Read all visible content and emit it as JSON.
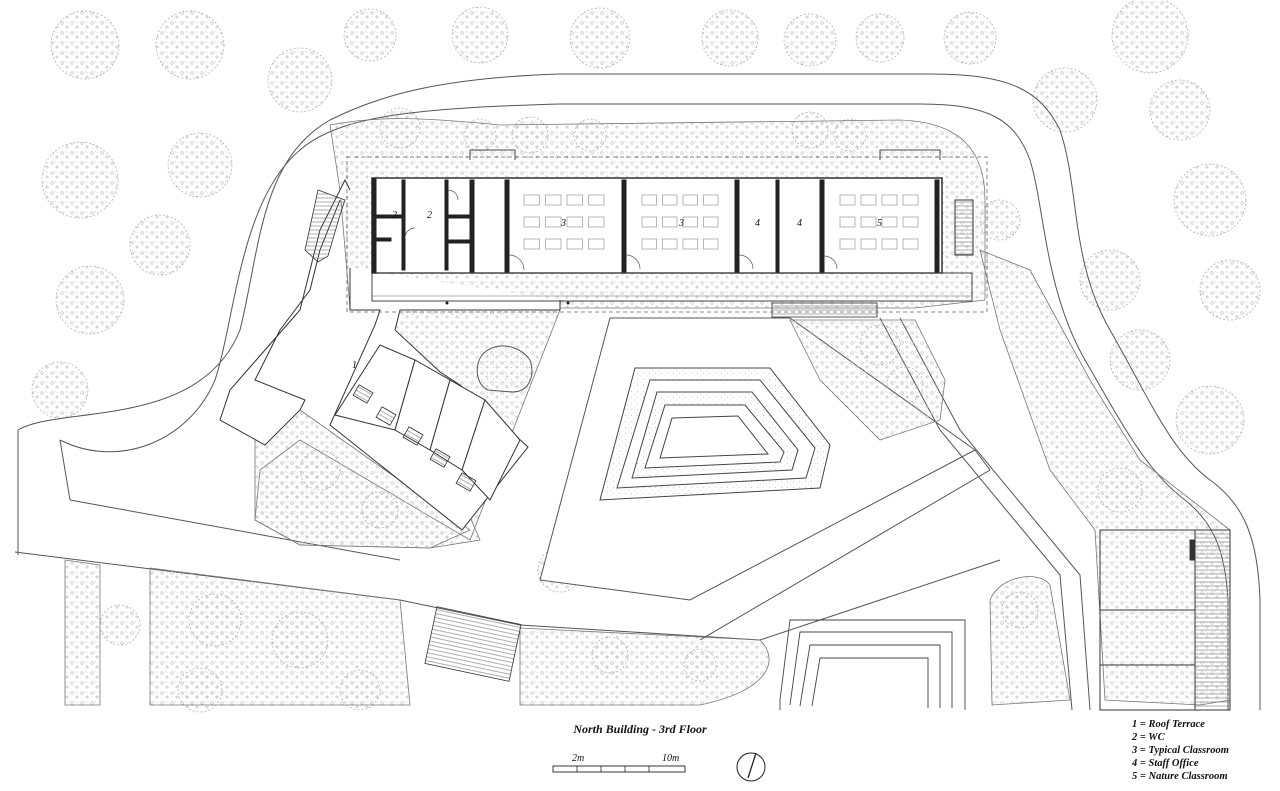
{
  "title": "North Building - 3rd Floor",
  "scale": {
    "label_small": "2m",
    "label_large": "10m"
  },
  "room_tags": [
    "1",
    "2",
    "2",
    "3",
    "3",
    "4",
    "4",
    "5"
  ],
  "legend": [
    "1 = Roof Terrace",
    "2 = WC",
    "3 = Typical Classroom",
    "4 = Staff Office",
    "5 = Nature Classroom"
  ],
  "colors": {
    "ink": "#222222",
    "light_ink": "#8a8a8a",
    "hatch": "#b5b5b5",
    "paper": "#ffffff"
  }
}
